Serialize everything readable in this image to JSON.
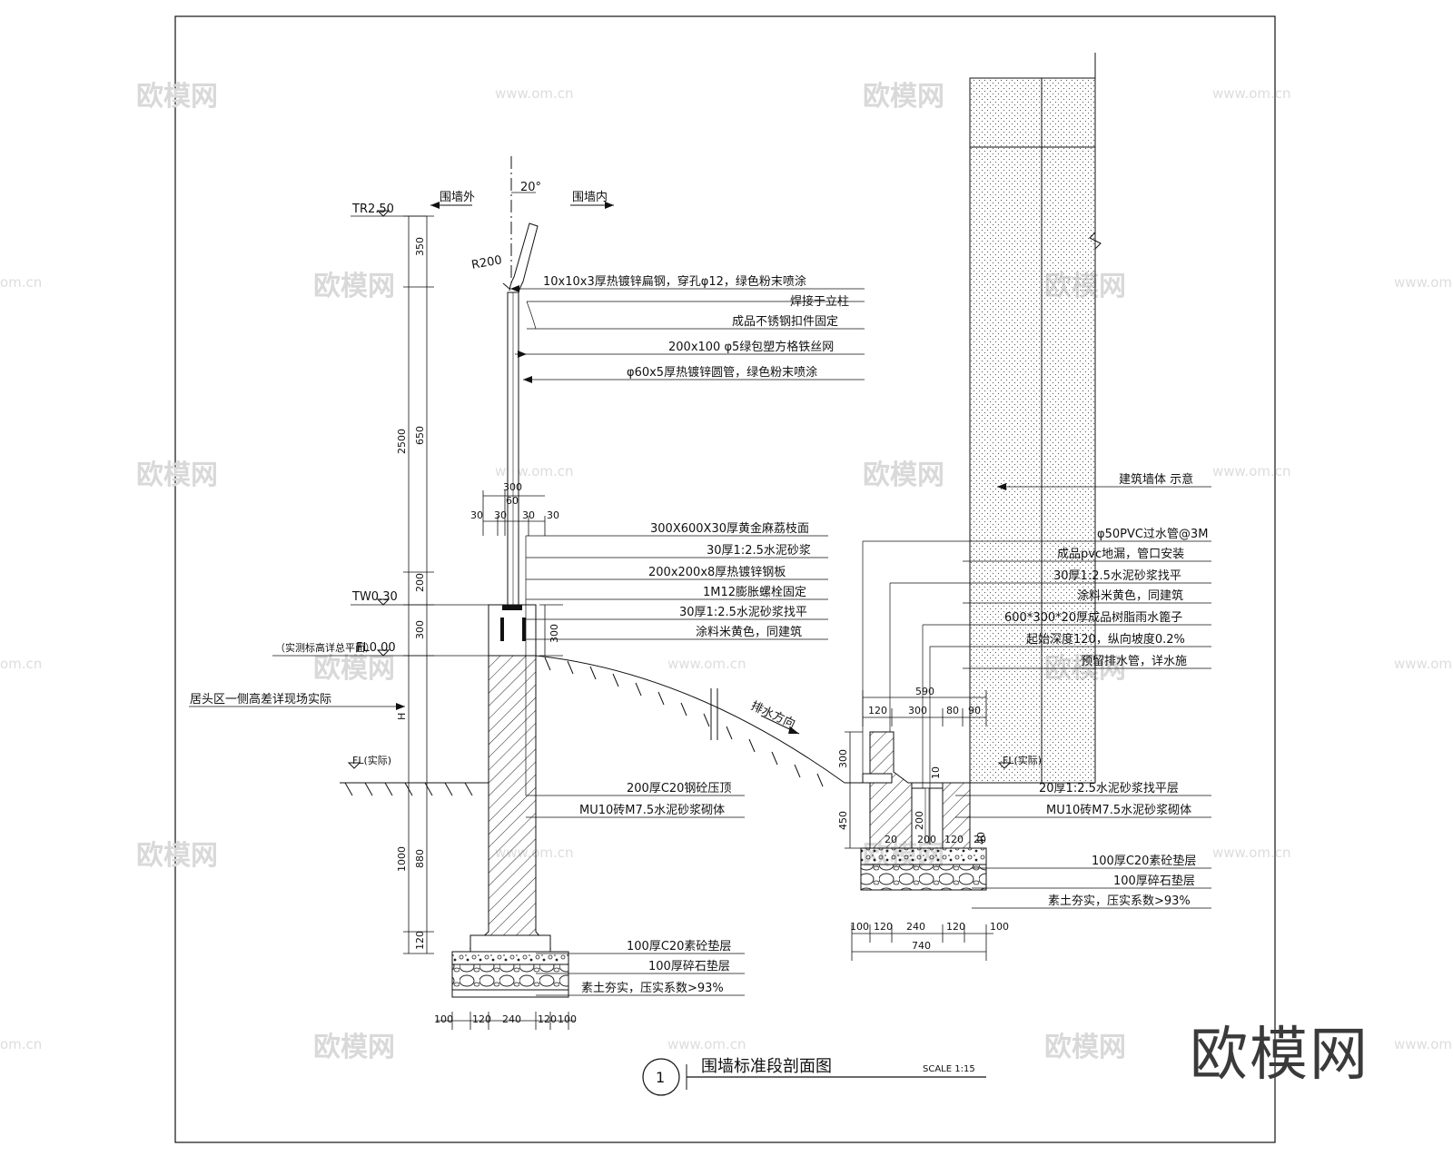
{
  "watermark": {
    "brand": "欧模网",
    "url": "www.om.cn",
    "url_short": "om.cn",
    "big_brand": "欧模网"
  },
  "title": {
    "number": "1",
    "text": "围墙标准段剖面图",
    "scale": "SCALE 1:15"
  },
  "side_labels": {
    "outside": "围墙外",
    "inside": "围墙内",
    "angle": "20°",
    "radius": "R200"
  },
  "levels": {
    "top": "TR2.50",
    "wall_top": "TW0.30",
    "floor": "FL0.00",
    "floor_note": "（实测标高详总平面）",
    "ground_left": "FL(实际)",
    "ground_right": "FL(实际)",
    "height_note": "居头区一侧高差详现场实际"
  },
  "left_callouts": [
    "10x10x3厚热镀锌扁钢，穿孔φ12，绿色粉末喷涂",
    "焊接于立柱",
    "成品不锈钢扣件固定",
    "200x100 φ5绿包塑方格铁丝网",
    "φ60x5厚热镀锌圆管，绿色粉末喷涂",
    "300X600X30厚黄金麻荔枝面",
    "30厚1:2.5水泥砂浆",
    "200x200x8厚热镀锌钢板",
    "1M12膨胀螺栓固定",
    "30厚1:2.5水泥砂浆找平",
    "涂料米黄色，同建筑",
    "200厚C20钢砼压顶",
    "MU10砖M7.5水泥砂浆砌体",
    "100厚C20素砼垫层",
    "100厚碎石垫层",
    "素土夯实，压实系数>93%"
  ],
  "right_callouts": [
    "建筑墙体 示意",
    "φ50PVC过水管@3M",
    "成品pvc地漏，管口安装",
    "30厚1:2.5水泥砂浆找平",
    "涂料米黄色，同建筑",
    "600*300*20厚成品树脂雨水篦子",
    "起始深度120，纵向坡度0.2%",
    "预留排水管，详水施",
    "20厚1:2.5水泥砂浆找平层",
    "MU10砖M7.5水泥砂浆砌体",
    "100厚C20素砼垫层",
    "100厚碎石垫层",
    "素土夯实，压实系数>93%"
  ],
  "slope_label": "排水方向",
  "left_dims": {
    "v_total_upper": "2500",
    "v_350": "350",
    "v_650": "650",
    "v_200": "200",
    "v_300": "300",
    "v_h": "H",
    "v_1000": "1000",
    "v_880": "880",
    "v_120": "120",
    "cap_300": "300",
    "top_30a": "30",
    "top_30b": "30",
    "top_60": "60",
    "top_30c": "30",
    "top_30d": "30",
    "top_300": "300",
    "bottom": [
      "100",
      "120",
      "240",
      "120",
      "100"
    ]
  },
  "right_dims": {
    "top_total": "590",
    "top": [
      "120",
      "300",
      "80",
      "90"
    ],
    "v_300": "300",
    "v_450": "450",
    "v_200": "200",
    "v_10": "10",
    "inner": [
      "20",
      "200",
      "120",
      "20"
    ],
    "v_40": "40",
    "bottom": [
      "100",
      "120",
      "240",
      "120",
      "100"
    ],
    "bottom_total": "740"
  }
}
